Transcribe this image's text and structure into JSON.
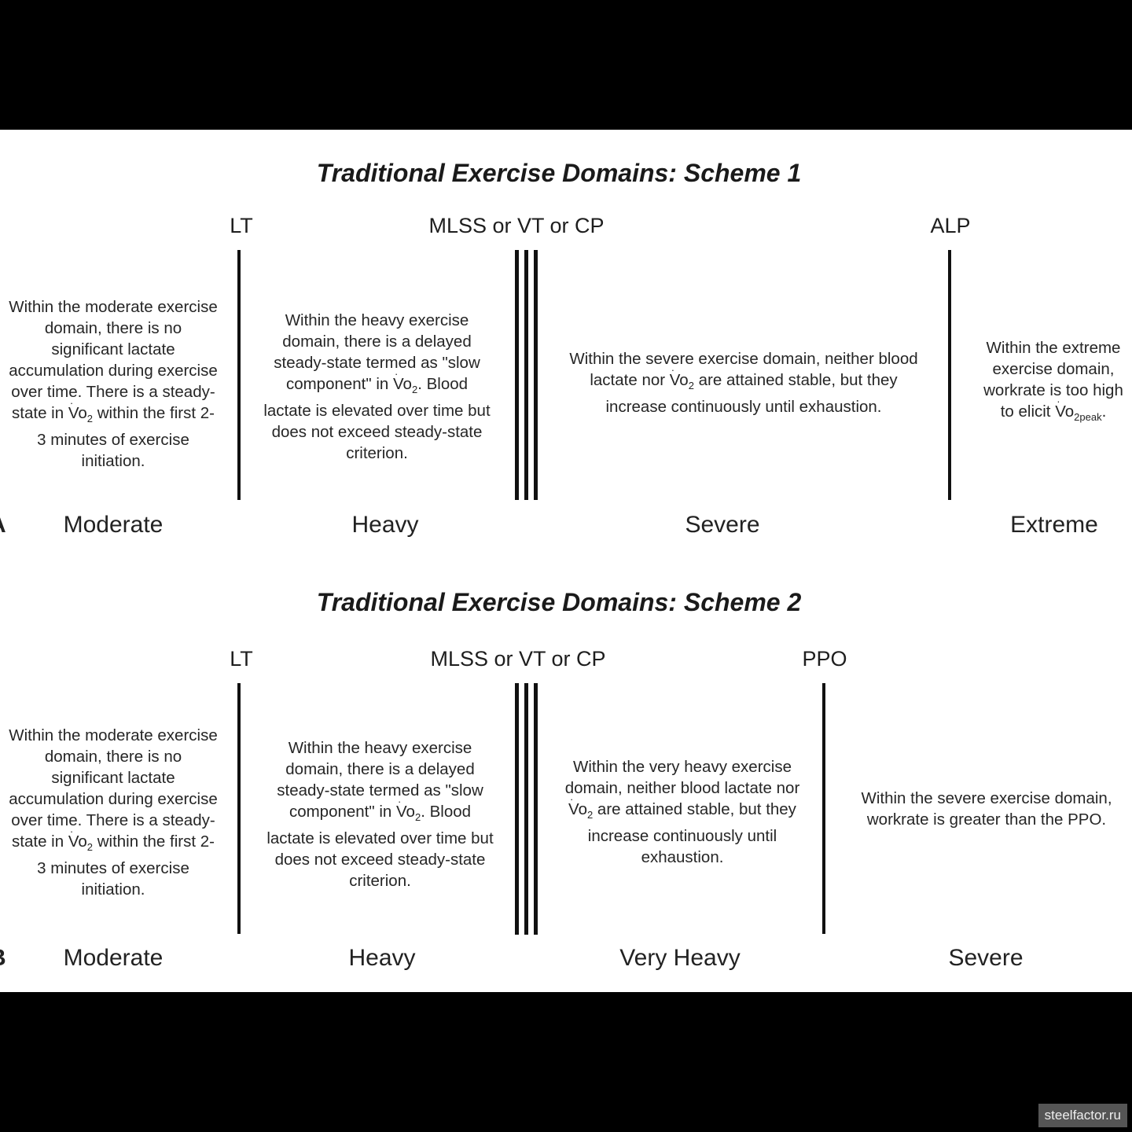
{
  "scheme1": {
    "title": "Traditional Exercise Domains: Scheme 1",
    "edge_letter": "A",
    "thresholds": {
      "lt": "LT",
      "mlss": "MLSS or VT or CP",
      "alp": "ALP"
    },
    "descriptions": {
      "moderate": {
        "t1": "Within the moderate exercise domain, there is no significant lactate accumulation during exercise over time. There is a steady-state in ",
        "vo": "Vo",
        "sub": "2",
        "t2": " within the first 2-3 minutes of exercise initiation."
      },
      "heavy": {
        "t1": "Within the heavy exercise domain, there is a delayed steady-state termed as \"slow component\" in ",
        "vo": "Vo",
        "sub": "2",
        "t2": ". Blood lactate is elevated over time but does not exceed steady-state criterion."
      },
      "severe": {
        "t1": "Within the severe exercise domain, neither blood lactate nor ",
        "vo": "Vo",
        "sub": "2",
        "t2": " are attained stable, but they increase continuously until exhaustion."
      },
      "extreme": {
        "t1": "Within the extreme exercise domain, workrate is too high to elicit ",
        "vo": "Vo",
        "sub": "2peak",
        "t2": "."
      }
    },
    "domains": {
      "moderate": "Moderate",
      "heavy": "Heavy",
      "severe": "Severe",
      "extreme": "Extreme"
    }
  },
  "scheme2": {
    "title": "Traditional Exercise Domains: Scheme 2",
    "edge_letter": "B",
    "thresholds": {
      "lt": "LT",
      "mlss": "MLSS or VT or CP",
      "ppo": "PPO"
    },
    "descriptions": {
      "moderate": {
        "t1": "Within the moderate exercise domain, there is no significant lactate accumulation during exercise over time. There is a steady-state in ",
        "vo": "Vo",
        "sub": "2",
        "t2": " within the first 2-3 minutes of exercise initiation."
      },
      "heavy": {
        "t1": "Within the heavy exercise domain, there is a delayed steady-state termed as \"slow component\" in ",
        "vo": "Vo",
        "sub": "2",
        "t2": ". Blood lactate is elevated over time but does not exceed steady-state criterion."
      },
      "very_heavy": {
        "t1": "Within the very heavy exercise domain, neither blood lactate nor ",
        "vo": "Vo",
        "sub": "2",
        "t2": " are attained stable, but they increase continuously until exhaustion."
      },
      "severe": {
        "t1": "Within the severe exercise domain, workrate is greater than the PPO."
      }
    },
    "domains": {
      "moderate": "Moderate",
      "heavy": "Heavy",
      "very_heavy": "Very Heavy",
      "severe": "Severe"
    }
  },
  "watermark": "steelfactor.ru"
}
